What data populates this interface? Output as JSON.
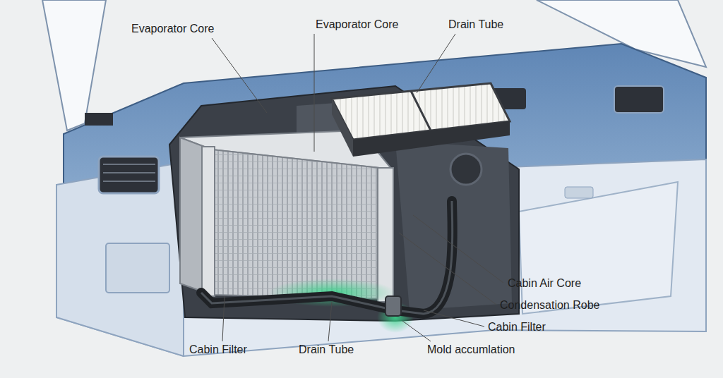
{
  "diagram": {
    "labels": [
      "Evaporator Core",
      "Evaporator Core",
      "Drain Tube",
      "Cabin Air Core",
      "Condensation Robe",
      "Cabin Filter",
      "Cabin Filter",
      "Drain Tube",
      "Mold accumlation"
    ]
  }
}
